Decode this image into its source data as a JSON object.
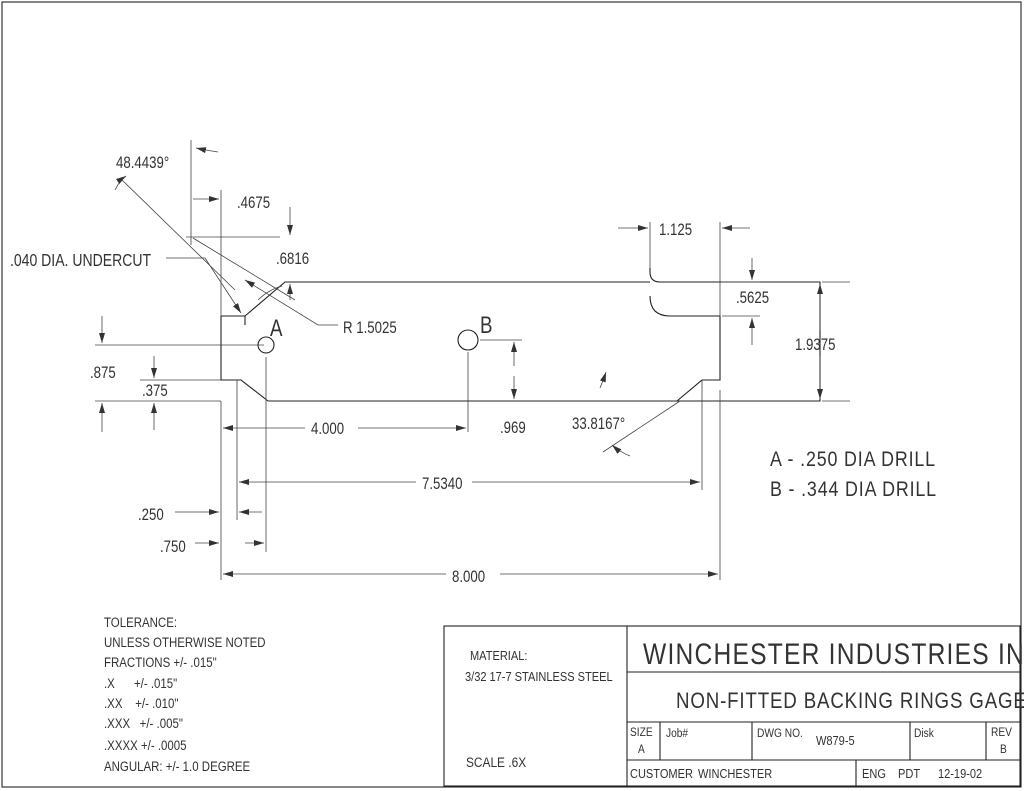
{
  "dimensions": {
    "angle_top": "48.4439°",
    "width_4675": ".4675",
    "height_6816": ".6816",
    "undercut": ".040 DIA. UNDERCUT",
    "radius": "R 1.5025",
    "width_1125": "1.125",
    "height_5625": ".5625",
    "height_19375": "1.9375",
    "height_875": ".875",
    "height_375": ".375",
    "length_4000": "4.000",
    "height_969": ".969",
    "angle_bottom": "33.8167°",
    "length_75340": "7.5340",
    "offset_250": ".250",
    "offset_750": ".750",
    "length_8000": "8.000"
  },
  "hole_labels": {
    "a": "A",
    "b": "B"
  },
  "drill_notes": [
    "A - .250 DIA DRILL",
    "B - .344 DIA DRILL"
  ],
  "tolerance": {
    "title": "TOLERANCE:",
    "lines": [
      "UNLESS OTHERWISE NOTED",
      "FRACTIONS +/- .015\"",
      ".X      +/- .015\"",
      ".XX    +/- .010\"",
      ".XXX   +/- .005\"",
      ".XXXX +/- .0005",
      "ANGULAR: +/- 1.0 DEGREE"
    ]
  },
  "title_block": {
    "material_label": "MATERIAL:",
    "material_value": "3/32 17-7 STAINLESS STEEL",
    "scale": "SCALE .6X",
    "company": "WINCHESTER INDUSTRIES INC.",
    "drawing_title": "NON-FITTED BACKING RINGS GAGE",
    "size_label": "SIZE",
    "size_value": "A",
    "job_label": "Job#",
    "dwg_label": "DWG NO.",
    "dwg_value": "W879-5",
    "disk_label": "Disk",
    "rev_label": "REV",
    "rev_value": "B",
    "customer_label": "CUSTOMER",
    "customer_value": "WINCHESTER",
    "eng_label": "ENG",
    "eng_value": "PDT",
    "date": "12-19-02"
  }
}
